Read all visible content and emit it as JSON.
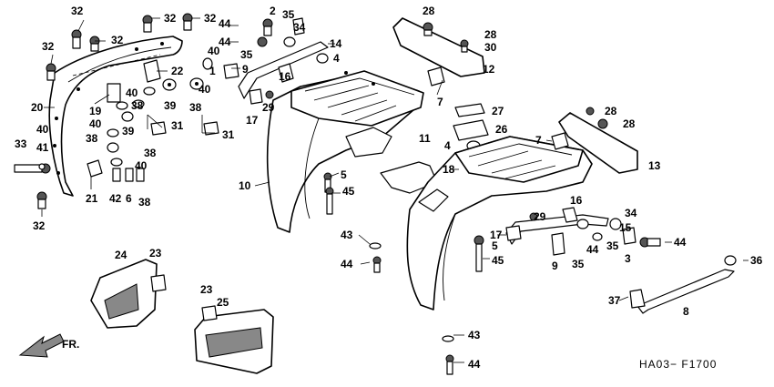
{
  "drawing_code": "HA03− F1700",
  "direction_label": "FR.",
  "labels": {
    "l1": "1",
    "l2": "2",
    "l3": "3",
    "l4a": "4",
    "l4b": "4",
    "l5a": "5",
    "l5b": "5",
    "l6": "6",
    "l7a": "7",
    "l7b": "7",
    "l8": "8",
    "l9a": "9",
    "l9b": "9",
    "l10": "10",
    "l11": "11",
    "l12": "12",
    "l13": "13",
    "l14": "14",
    "l15": "15",
    "l16a": "16",
    "l16b": "16",
    "l17a": "17",
    "l17b": "17",
    "l18": "18",
    "l19": "19",
    "l20": "20",
    "l21": "21",
    "l22": "22",
    "l23a": "23",
    "l23b": "23",
    "l24": "24",
    "l25": "25",
    "l26": "26",
    "l27": "27",
    "l28a": "28",
    "l28b": "28",
    "l28c": "28",
    "l28d": "28",
    "l29a": "29",
    "l29b": "29",
    "l30": "30",
    "l31a": "31",
    "l31b": "31",
    "l32a": "32",
    "l32b": "32",
    "l32c": "32",
    "l32d": "32",
    "l32e": "32",
    "l32f": "32",
    "l33": "33",
    "l34a": "34",
    "l34b": "34",
    "l35a": "35",
    "l35b": "35",
    "l35c": "35",
    "l35d": "35",
    "l36": "36",
    "l37": "37",
    "l38a": "38",
    "l38b": "38",
    "l38c": "38",
    "l38d": "38",
    "l38e": "38",
    "l39a": "39",
    "l39b": "39",
    "l40a": "40",
    "l40b": "40",
    "l40c": "40",
    "l40d": "40",
    "l40e": "40",
    "l41": "41",
    "l42": "42",
    "l43a": "43",
    "l43b": "43",
    "l44a": "44",
    "l44b": "44",
    "l44c": "44",
    "l44d": "44",
    "l44e": "44",
    "l44f": "44",
    "l45a": "45",
    "l45b": "45"
  }
}
